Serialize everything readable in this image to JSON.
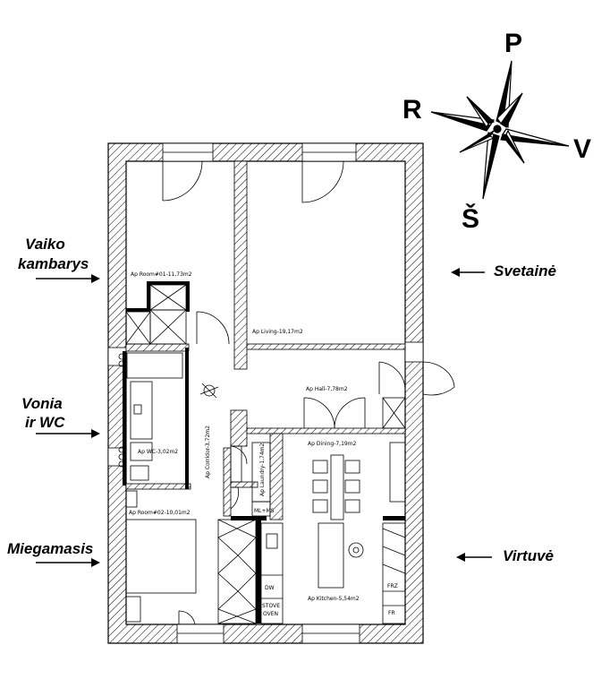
{
  "compass": {
    "north": "P",
    "west": "R",
    "east": "V",
    "south": "Š"
  },
  "labels": {
    "vaiko_line1": "Vaiko",
    "vaiko_line2": "kambarys",
    "svetaine": "Svetainė",
    "vonia_line1": "Vonia",
    "vonia_line2": "ir WC",
    "miegamasis": "Miegamasis",
    "virtuve": "Virtuvė"
  },
  "rooms": {
    "room1": "Ap Room#01-11,73m2",
    "living": "Ap Living-19,17m2",
    "hall": "Ap Hall-7,78m2",
    "dining": "Ap Dining-7,19m2",
    "wc": "Ap WC-3,02m2",
    "corridor": "Ap Corridor-3,72m2",
    "laundry": "Ap Laundry-1,74m2",
    "room2": "Ap Room#02-10,01m2",
    "kitchen": "Ap Kitchen-5,54m2"
  },
  "appliances": {
    "ml_ms": "ML+MS",
    "dw": "DW",
    "stove": "STOVE",
    "oven": "OVEN",
    "frz": "FRZ",
    "fr": "FR"
  }
}
